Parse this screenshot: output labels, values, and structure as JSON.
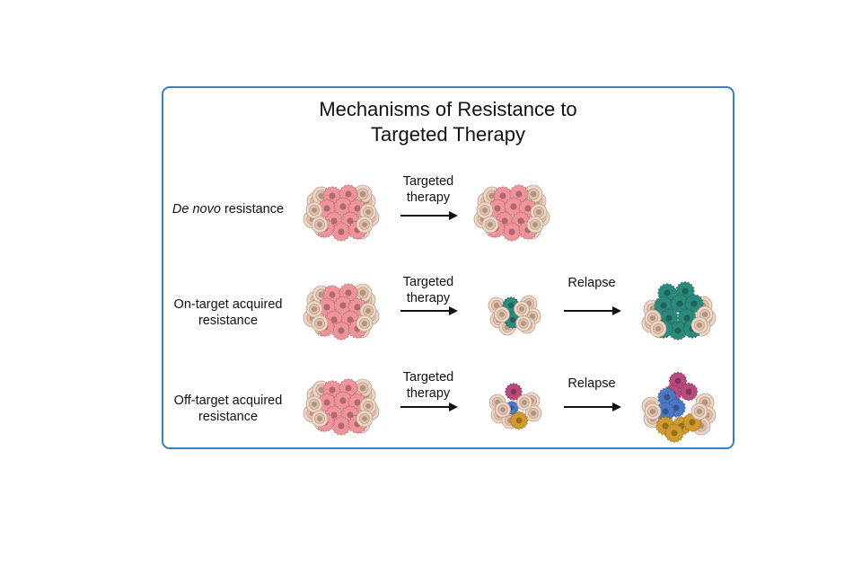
{
  "title": {
    "line1": "Mechanisms of Resistance to",
    "line2": "Targeted Therapy"
  },
  "rows": [
    {
      "label_em": "De novo",
      "label_rest": " resistance"
    },
    {
      "label_line1": "On-target acquired",
      "label_line2": "resistance"
    },
    {
      "label_line1": "Off-target acquired",
      "label_line2": "resistance"
    }
  ],
  "steps": {
    "therapy_line1": "Targeted",
    "therapy_line2": "therapy",
    "relapse": "Relapse"
  },
  "colors": {
    "border": "#3a7fc0",
    "sensitive_cell": "#f0939a",
    "normal_cell": "#e2bfa8",
    "on_target_resistant_cell": "#2c8a7c",
    "off_target_magenta_cell": "#b84a7e",
    "off_target_blue_cell": "#4a78c6",
    "off_target_gold_cell": "#d09a2c"
  }
}
